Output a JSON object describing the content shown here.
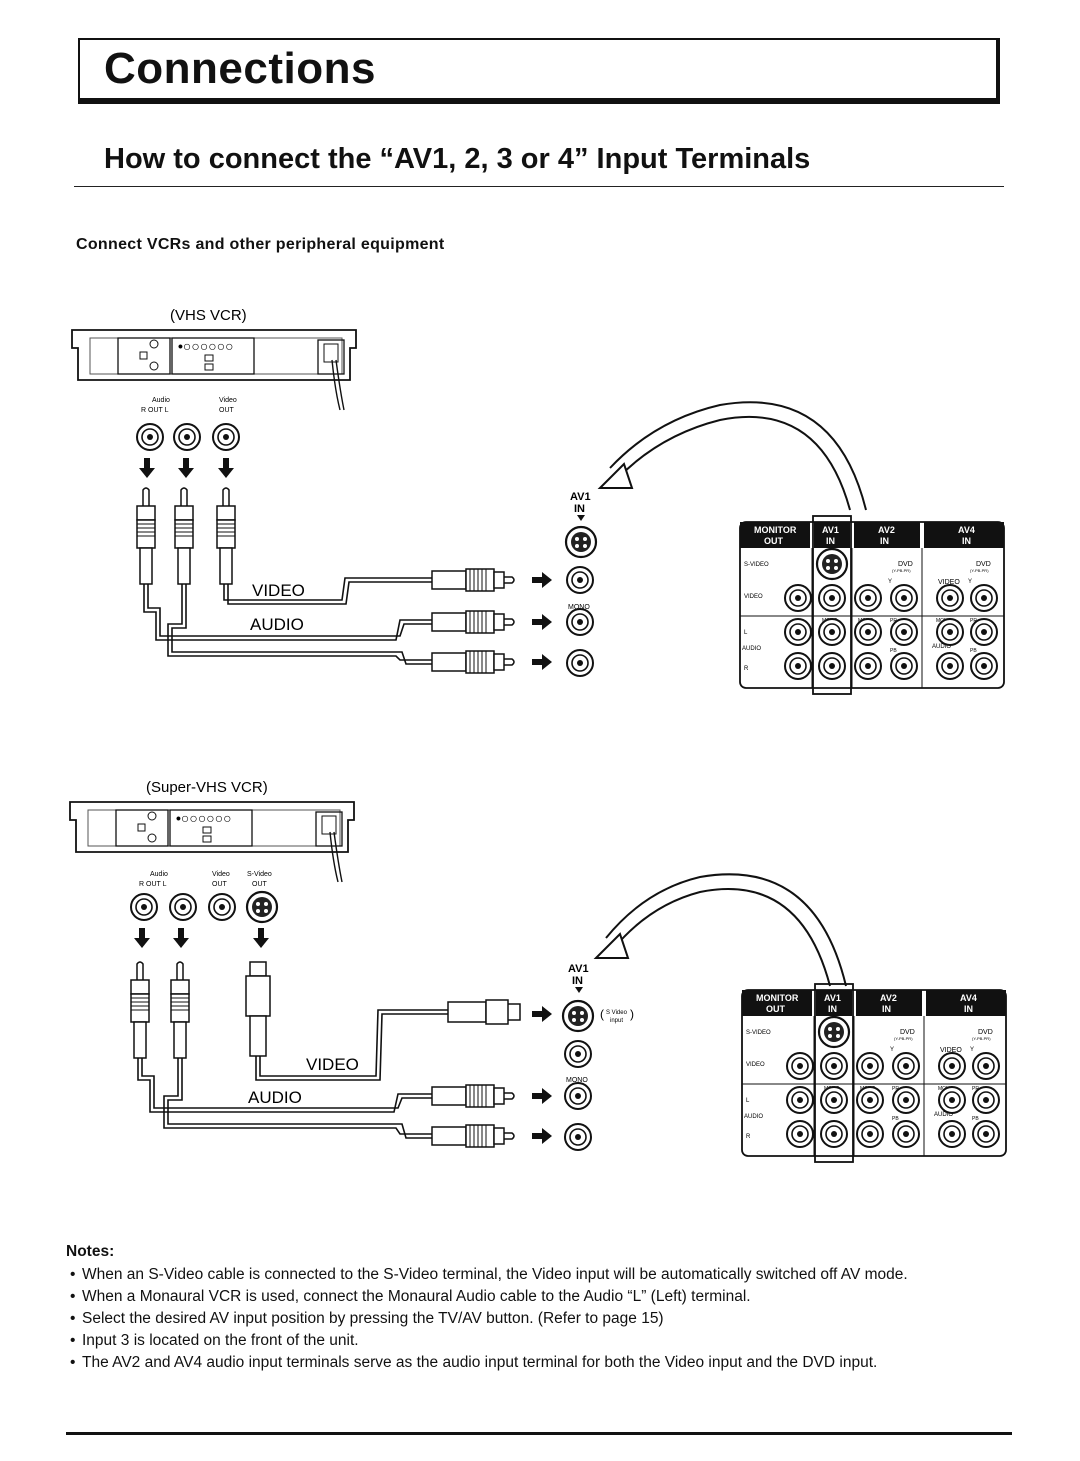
{
  "header": {
    "title": "Connections"
  },
  "section": {
    "title": "How to connect the “AV1, 2, 3 or 4” Input Terminals"
  },
  "intro": "Connect VCRs and other peripheral equipment",
  "diagram1": {
    "device_label": "(VHS VCR)",
    "audio_label": "Audio",
    "video_label": "Video",
    "r_out_l": "R  OUT  L",
    "out": "OUT",
    "cable_video": "VIDEO",
    "cable_audio": "AUDIO",
    "av1": "AV1",
    "in": "IN",
    "mono": "MONO"
  },
  "diagram2": {
    "device_label": "(Super-VHS VCR)",
    "audio_label": "Audio",
    "video_label": "Video",
    "svideo_label": "S-Video",
    "r_out_l": "R  OUT  L",
    "out": "OUT",
    "out2": "OUT",
    "cable_video": "VIDEO",
    "cable_audio": "AUDIO",
    "av1": "AV1",
    "in": "IN",
    "mono": "MONO",
    "svideo_input_1": "S Video",
    "svideo_input_2": "input"
  },
  "panel": {
    "monitor": "MONITOR",
    "out": "OUT",
    "av1": "AV1",
    "av2": "AV2",
    "av4": "AV4",
    "in": "IN",
    "svideo": "S-VIDEO",
    "video": "VIDEO",
    "dvd": "DVD",
    "dvd_sub": "(Y-PB-PR)",
    "mono": "MONO",
    "y": "Y",
    "pb": "PB",
    "pr": "PR",
    "l": "L",
    "r": "R",
    "audio": "AUDIO"
  },
  "notes": {
    "heading": "Notes:",
    "items": [
      "When an S-Video cable is connected to the S-Video terminal, the Video input will be automatically switched off  AV mode.",
      "When a Monaural VCR is used, connect the Monaural Audio cable to the Audio “L” (Left) terminal.",
      "Select the desired AV input position by pressing the TV/AV button. (Refer to page 15)",
      "Input 3 is located on the front of the unit.",
      "The AV2 and AV4 audio input terminals serve as the audio input terminal for both the Video input and  the DVD input."
    ]
  }
}
